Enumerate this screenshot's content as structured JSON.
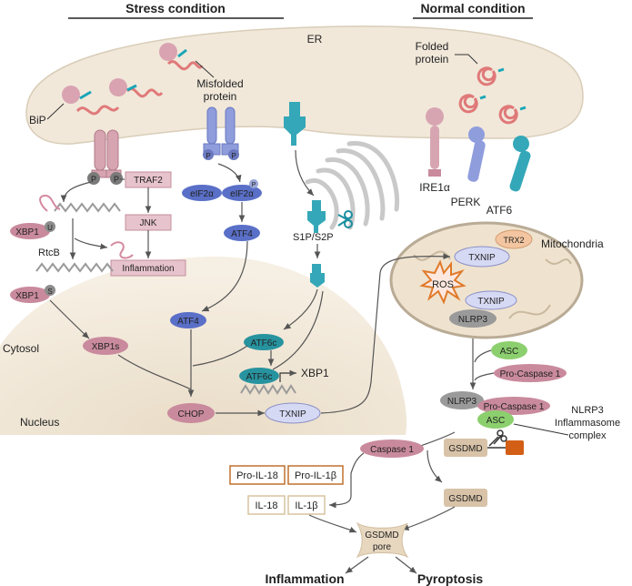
{
  "headers": {
    "stress": "Stress condition",
    "normal": "Normal condition"
  },
  "compartments": {
    "er": "ER",
    "cytosol": "Cytosol",
    "nucleus": "Nucleus",
    "mitochondria": "Mitochondria"
  },
  "labels": {
    "bip": "BiP",
    "misfolded_1": "Misfolded",
    "misfolded_2": "protein",
    "folded_1": "Folded",
    "folded_2": "protein",
    "ire1a": "IRE1α",
    "perk": "PERK",
    "atf6": "ATF6",
    "s1p_s2p": "S1P/S2P",
    "rtcb": "RtcB",
    "xbp1_dna": "XBP1",
    "p": "P",
    "u": "U",
    "s": "S",
    "inflammasome_1": "NLRP3",
    "inflammasome_2": "Inflammasome",
    "inflammasome_3": "complex"
  },
  "nodes": {
    "traf2": "TRAF2",
    "jnk": "JNK",
    "inflammation_box": "Inflammation",
    "xbp1u": "XBP1",
    "xbp1s_small": "XBP1",
    "xbp1s": "XBP1s",
    "eif2a_1": "eIF2α",
    "eif2a_2": "eIF2α",
    "atf4_1": "ATF4",
    "atf4_2": "ATF4",
    "atf6c_1": "ATF6c",
    "atf6c_2": "ATF6c",
    "chop": "CHOP",
    "txnip_nuc": "TXNIP",
    "trx2": "TRX2",
    "txnip_mito_1": "TXNIP",
    "txnip_mito_2": "TXNIP",
    "nlrp3_mito": "NLRP3",
    "ros": "ROS",
    "asc_1": "ASC",
    "pro_casp_1": "Pro-Caspase 1",
    "nlrp3_complex": "NLRP3",
    "pro_casp_2": "Pro-Caspase 1",
    "asc_2": "ASC",
    "caspase1": "Caspase 1",
    "gsdmd_1": "GSDMD",
    "gsdmd_2": "GSDMD",
    "pro_il18": "Pro-IL-18",
    "pro_il1b": "Pro-IL-1β",
    "il18": "IL-18",
    "il1b": "IL-1β",
    "gsdmd_pore_1": "GSDMD",
    "gsdmd_pore_2": "pore"
  },
  "outcomes": {
    "inflammation": "Inflammation",
    "pyroptosis": "Pyroptosis"
  }
}
